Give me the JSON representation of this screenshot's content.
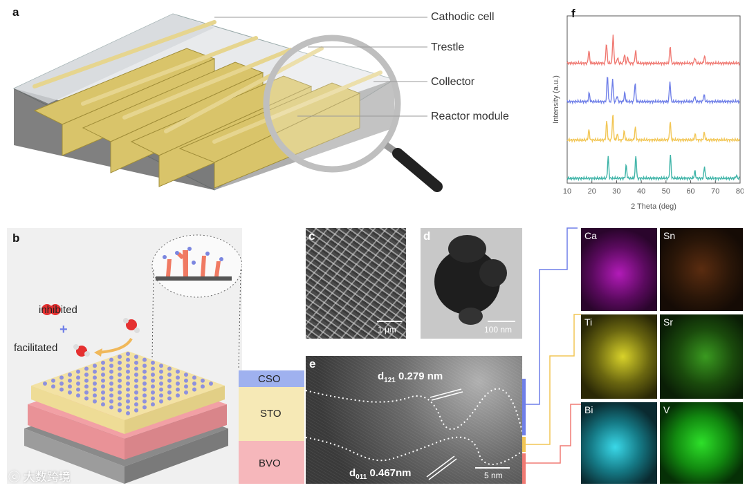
{
  "panels": {
    "a": {
      "letter": "a",
      "callouts": [
        "Cathodic cell",
        "Trestle",
        "Collector",
        "Reactor module"
      ]
    },
    "b": {
      "letter": "b",
      "inhibited": "inhibited",
      "plus": "+",
      "facilitated": "facilitated",
      "layers": [
        "CSO",
        "STO",
        "BVO"
      ]
    },
    "c": {
      "letter": "c",
      "scale": "1 μm"
    },
    "d": {
      "letter": "d",
      "scale": "100 nm"
    },
    "e": {
      "letter": "e",
      "d1": "d",
      "d1_sub": "121",
      "d1_val": "0.279 nm",
      "d2": "d",
      "d2_sub": "011",
      "d2_val": "0.467nm",
      "scale": "5 nm"
    },
    "f": {
      "letter": "f"
    },
    "maps": [
      "Ca",
      "Sn",
      "Ti",
      "Sr",
      "Bi",
      "V"
    ]
  },
  "watermark": "大数跨境",
  "colors": {
    "cso": "#8ca0e6",
    "sto": "#f5e6a8",
    "bvo": "#f4a3a8",
    "red": "#f07a73",
    "blue": "#6f7fe8",
    "yellow": "#f2c655",
    "teal": "#3fb4a8"
  },
  "chart_data": {
    "type": "line",
    "title": "",
    "xlabel": "2 Theta (deg)",
    "ylabel": "Intensity (a.u.)",
    "xlim": [
      10,
      80
    ],
    "xticks": [
      10,
      20,
      30,
      40,
      50,
      60,
      70,
      80
    ],
    "yticks_shown": false,
    "series": [
      {
        "color": "#f07a73",
        "peaks": [
          [
            18.8,
            0.45
          ],
          [
            25.9,
            0.7
          ],
          [
            28.6,
            1.0
          ],
          [
            30.4,
            0.2
          ],
          [
            33.2,
            0.3
          ],
          [
            34.5,
            0.2
          ],
          [
            37.7,
            0.45
          ],
          [
            51.7,
            0.6
          ],
          [
            61.7,
            0.2
          ],
          [
            65.6,
            0.25
          ]
        ]
      },
      {
        "color": "#6f7fe8",
        "peaks": [
          [
            18.9,
            0.3
          ],
          [
            26.3,
            0.9
          ],
          [
            28.4,
            0.8
          ],
          [
            30.2,
            0.2
          ],
          [
            33.3,
            0.3
          ],
          [
            37.5,
            0.65
          ],
          [
            51.6,
            0.7
          ],
          [
            61.6,
            0.2
          ],
          [
            65.4,
            0.25
          ]
        ]
      },
      {
        "color": "#f2c655",
        "peaks": [
          [
            18.8,
            0.35
          ],
          [
            26.0,
            0.65
          ],
          [
            28.5,
            0.9
          ],
          [
            30.3,
            0.2
          ],
          [
            33.1,
            0.3
          ],
          [
            37.6,
            0.45
          ],
          [
            51.7,
            0.65
          ],
          [
            61.8,
            0.2
          ],
          [
            65.5,
            0.25
          ]
        ]
      },
      {
        "color": "#3fb4a8",
        "peaks": [
          [
            26.6,
            0.75
          ],
          [
            33.9,
            0.45
          ],
          [
            37.8,
            0.8
          ],
          [
            51.8,
            0.8
          ],
          [
            61.7,
            0.25
          ],
          [
            65.6,
            0.4
          ],
          [
            78.5,
            0.1
          ]
        ]
      }
    ]
  }
}
